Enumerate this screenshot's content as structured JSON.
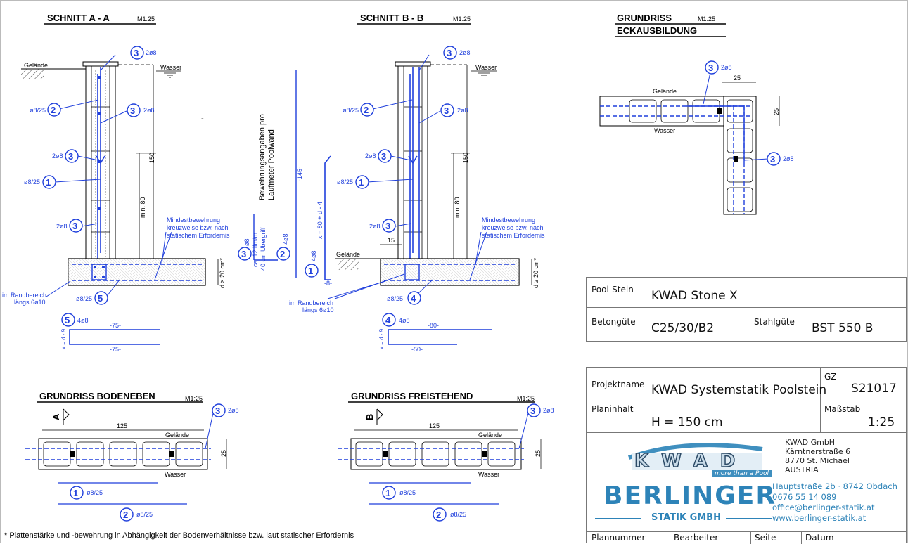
{
  "sections": {
    "a_title": "SCHNITT A - A",
    "a_scale": "M1:25",
    "b_title": "SCHNITT B - B",
    "b_scale": "M1:25",
    "corner_title_1": "GRUNDRISS",
    "corner_scale": "M1:25",
    "corner_title_2": "ECKAUSBILDUNG",
    "plan1_title": "GRUNDRISS BODENEBEN",
    "plan1_scale": "M1:25",
    "plan2_title": "GRUNDRISS FREISTEHEND",
    "plan2_scale": "M1:25"
  },
  "labels": {
    "gelaende": "Gelände",
    "wasser": "Wasser",
    "n3": "3",
    "n2": "2",
    "n1": "1",
    "n4": "4",
    "n5": "5",
    "two_o8": "2ø8",
    "o8_25": "ø8/25",
    "four_o8": "4ø8",
    "dim150": "150",
    "min80": "min. 80",
    "mind1": "Mindestbewehrung",
    "mind2": "kreuzweise bzw. nach",
    "mind3": "statischem Erfordernis",
    "d20": "d ≥ 20 cm*",
    "rand1": "im Randbereich",
    "rand2": "längs 6ø10",
    "dim75": "-75-",
    "xd9": "x = d - 9",
    "bew1": "Bewehrungsangaben pro",
    "bew2": "Laufmeter Poolwand",
    "dim145": "-145-",
    "o8": "ø8",
    "ca12": "ca. 12 lfm/m",
    "ueber": "40 cm Übergriff",
    "x80d4": "x = 80 + d - 4",
    "dim8": "-8-",
    "dim15": "15",
    "dim80": "-80-",
    "dim50": "-50-",
    "dim25": "25",
    "dim125": "125",
    "secA": "A",
    "secB": "B",
    "dash": "-"
  },
  "footnote": "* Plattenstärke und -bewehrung in Abhängigkeit der Bodenverhältnisse bzw. laut statischer Erfordernis",
  "titleblock1": {
    "pool_label": "Pool-Stein",
    "pool_value": "KWAD Stone X",
    "beton_label": "Betongüte",
    "beton_value": "C25/30/B2",
    "stahl_label": "Stahlgüte",
    "stahl_value": "BST 550 B"
  },
  "titleblock2": {
    "projekt_label": "Projektname",
    "projekt_value": "KWAD Systemstatik Poolstein",
    "gz_label": "GZ",
    "gz_value": "S21017",
    "plan_label": "Planinhalt",
    "plan_value": "H = 150 cm",
    "mass_label": "Maßstab",
    "mass_value": "1:25",
    "kwad_logo": "KWAD",
    "kwad_slogan": "more than a Pool",
    "kwad_addr1": "KWAD GmbH",
    "kwad_addr2": "Kärntnerstraße 6",
    "kwad_addr3": "8770 St. Michael",
    "kwad_addr4": "AUSTRIA",
    "berlinger_logo": "BERLINGER",
    "berlinger_sub": "STATIK GMBH",
    "berl_addr1": "Hauptstraße 2b · 8742 Obdach",
    "berl_addr2": "0676 55 14 089",
    "berl_addr3": "office@berlinger-statik.at",
    "berl_addr4": "www.berlinger-statik.at",
    "plannummer_label": "Plannummer",
    "bearbeiter_label": "Bearbeiter",
    "seite_label": "Seite",
    "datum_label": "Datum"
  },
  "colors": {
    "blue": "#1f3fdc",
    "kwad_blue": "#3f8fbf",
    "berlinger_blue": "#2d83b8"
  }
}
